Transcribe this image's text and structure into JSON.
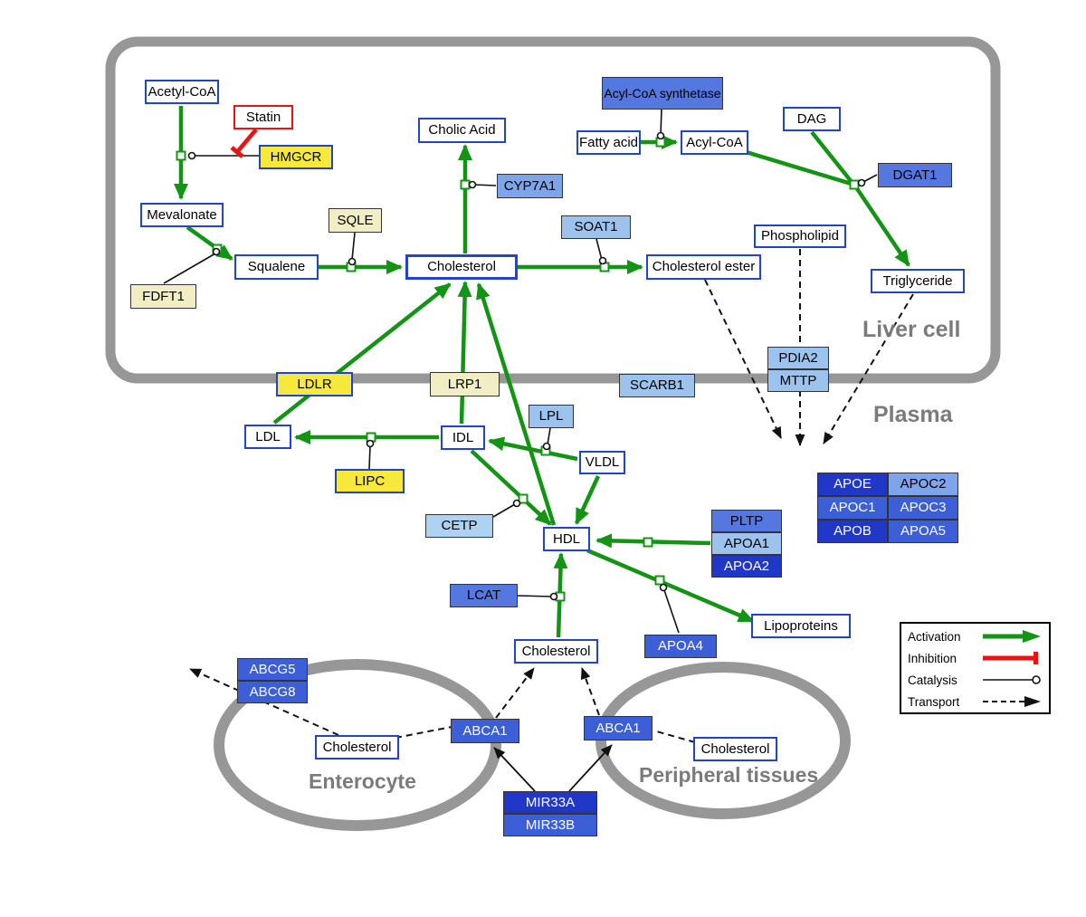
{
  "palette": {
    "activation_green": "#149414",
    "inhibition_red": "#ee1111",
    "catalysis_black": "#111111",
    "membrane_gray": "#979797",
    "node_border_blue": "#2244cc",
    "yellow_bright": "#f6e93c",
    "yellow_pale": "#f1eec5",
    "blue_lightest": "#aed2f2",
    "blue_light": "#9cc3ed",
    "blue_medium_light": "#7ea4ec",
    "blue_medium": "#5577e0",
    "blue_strong": "#3c5ed6",
    "blue_dark": "#2037c8"
  },
  "regions": {
    "liver": "Liver cell",
    "plasma": "Plasma",
    "enterocyte": "Enterocyte",
    "peripheral": "Peripheral tissues"
  },
  "nodes": {
    "acetyl_coa": "Acetyl-CoA",
    "statin": "Statin",
    "hmgcr": "HMGCR",
    "mevalonate": "Mevalonate",
    "fdft1": "FDFT1",
    "squalene": "Squalene",
    "sqle": "SQLE",
    "cholesterol_liver": "Cholesterol",
    "cholic_acid": "Cholic Acid",
    "cyp7a1": "CYP7A1",
    "soat1": "SOAT1",
    "cholesterol_ester": "Cholesterol ester",
    "acyl_coa_synthetase": "Acyl-CoA synthetase",
    "fatty_acid": "Fatty acid",
    "acyl_coa": "Acyl-CoA",
    "dag": "DAG",
    "dgat1": "DGAT1",
    "phospholipid": "Phospholipid",
    "triglyceride": "Triglyceride",
    "ldlr": "LDLR",
    "lrp1": "LRP1",
    "scarb1": "SCARB1",
    "pdia2": "PDIA2",
    "mttp": "MTTP",
    "ldl": "LDL",
    "idl": "IDL",
    "lpl": "LPL",
    "vldl": "VLDL",
    "lipc": "LIPC",
    "cetp": "CETP",
    "hdl": "HDL",
    "lcat": "LCAT",
    "pltp": "PLTP",
    "apoa1": "APOA1",
    "apoa2": "APOA2",
    "apoa4": "APOA4",
    "lipoproteins": "Lipoproteins",
    "apoe": "APOE",
    "apoc2": "APOC2",
    "apoc1": "APOC1",
    "apoc3": "APOC3",
    "apob": "APOB",
    "apoa5": "APOA5",
    "cholesterol_plasma": "Cholesterol",
    "abcg5": "ABCG5",
    "abcg8": "ABCG8",
    "cholesterol_enterocyte": "Cholesterol",
    "abca1_enterocyte": "ABCA1",
    "abca1_peripheral": "ABCA1",
    "cholesterol_peripheral": "Cholesterol",
    "mir33a": "MIR33A",
    "mir33b": "MIR33B"
  },
  "legend": {
    "items": [
      "Activation",
      "Inhibition",
      "Catalysis",
      "Transport"
    ]
  }
}
